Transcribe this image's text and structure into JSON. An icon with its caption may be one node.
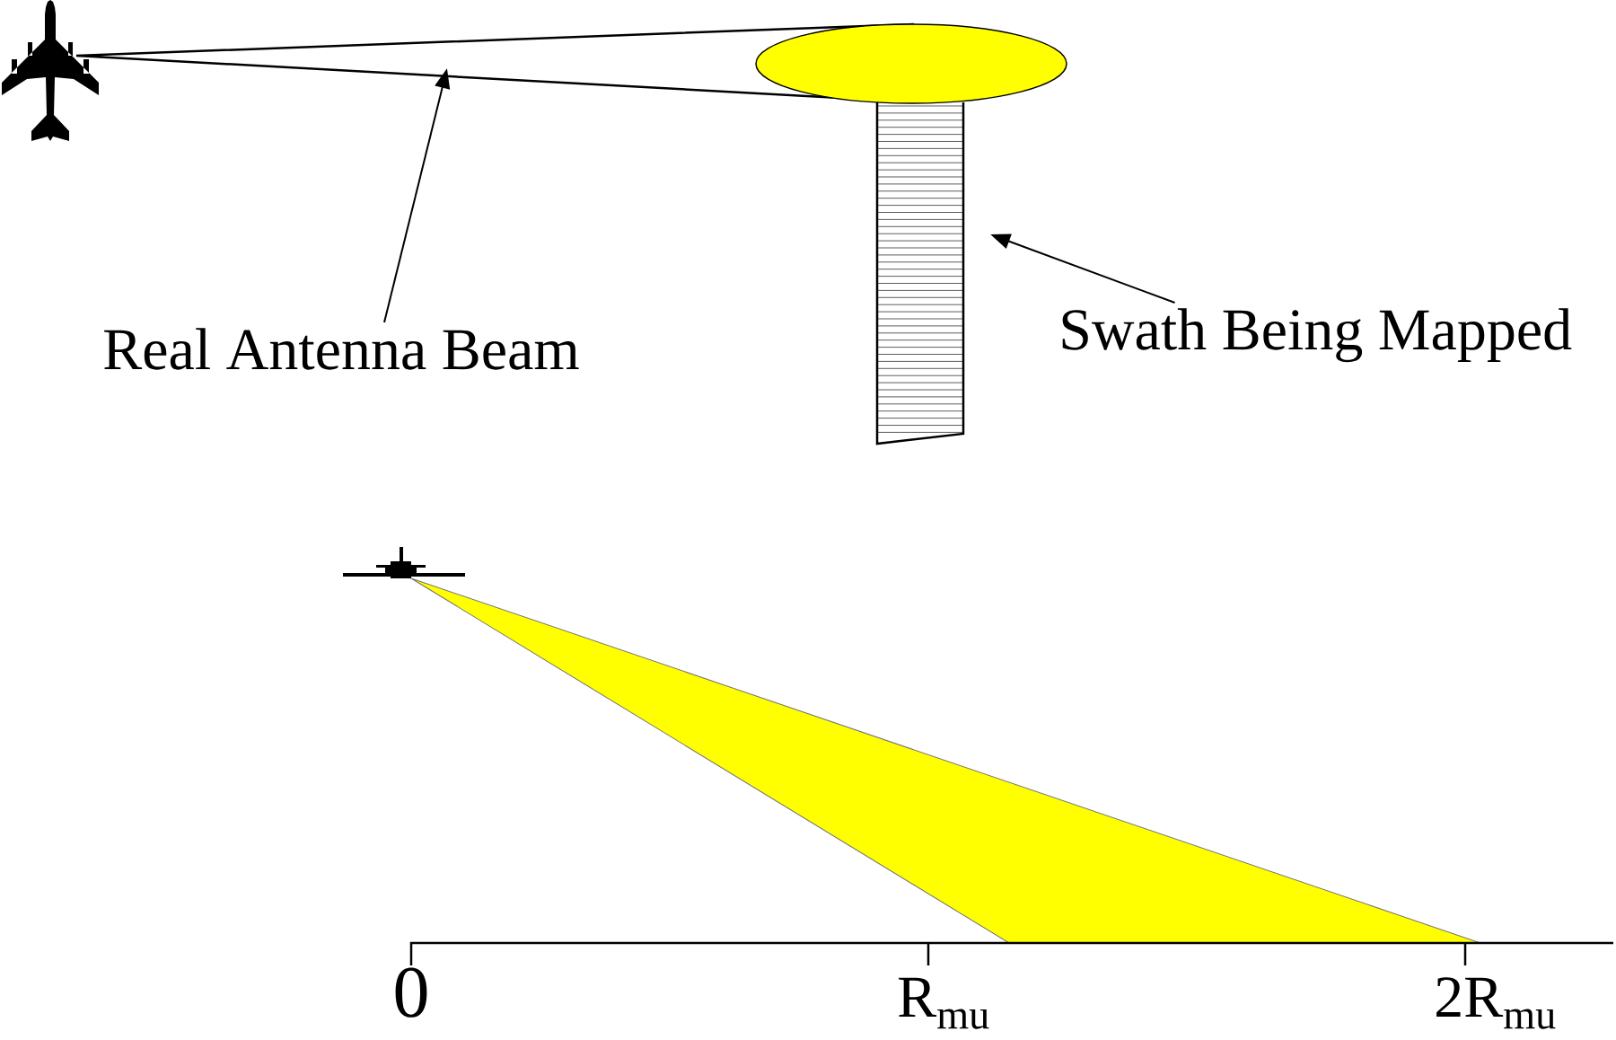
{
  "diagram": {
    "nodes": [
      {
        "text": [
          "Real Antenna Beam"
        ]
      },
      {
        "text": [],
        "shape": "cone"
      },
      {
        "text": [
          "Swath Being Mapped"
        ]
      },
      {
        "text": [],
        "shape": "box"
      }
    ],
    "edges": [
      {
        "from": 0,
        "to": 1,
        "arrow": "to"
      },
      {
        "from": 2,
        "to": 3,
        "arrow": "to"
      }
    ],
    "labels": [
      "0",
      "R$_{mu}$",
      "2R$_{mu}$"
    ]
  }
}
